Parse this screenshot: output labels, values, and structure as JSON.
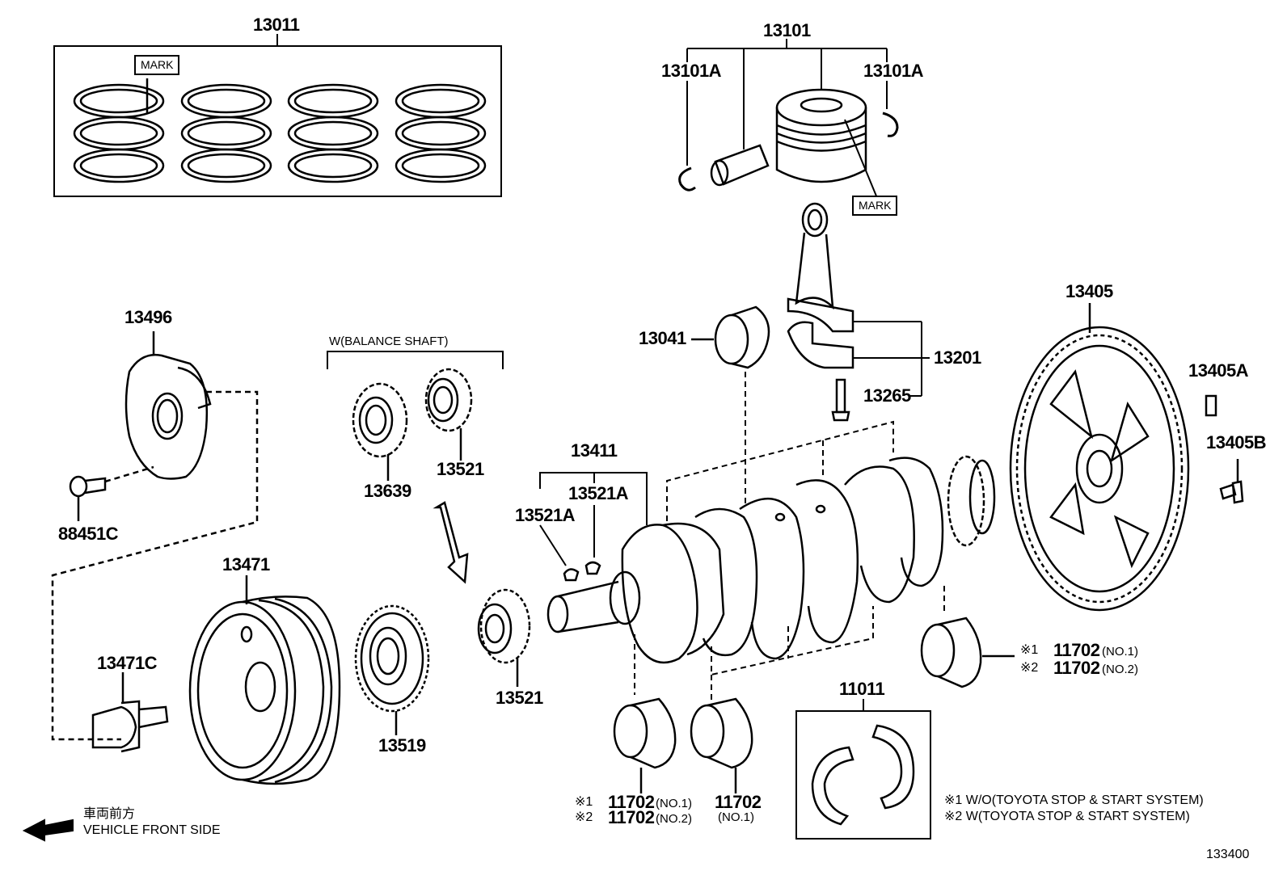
{
  "diagram_id": "133400",
  "labels": {
    "piston_ring_set": "13011",
    "ring_mark": "MARK",
    "piston_sub_assy": "13101",
    "snap_ring_left": "13101A",
    "snap_ring_right": "13101A",
    "piston_mark": "MARK",
    "conrod_bearing": "13041",
    "connecting_rod": "13201",
    "conrod_bolt": "13265",
    "flywheel": "13405",
    "flywheel_pin": "13405A",
    "flywheel_bolt": "13405B",
    "plate": "13496",
    "plate_bolt": "88451C",
    "balance_shaft_header": "W(BALANCE SHAFT)",
    "balance_gear": "13639",
    "crank_gear_top": "13521",
    "crank_key_group": "13411",
    "crank_key_left": "13521A",
    "crank_key_right": "13521A",
    "crank_pulley": "13471",
    "pulley_bolt": "13471C",
    "oil_pump_gear": "13519",
    "crank_gear_bottom": "13521",
    "thrust_washer_set": "11011",
    "main_bearing_right_1": "11702",
    "main_bearing_right_1_tag": "(NO.1)",
    "main_bearing_right_2": "11702",
    "main_bearing_right_2_tag": "(NO.2)",
    "main_bearing_left_1": "11702",
    "main_bearing_left_1_tag": "(NO.1)",
    "main_bearing_left_2": "11702",
    "main_bearing_left_2_tag": "(NO.2)",
    "main_bearing_mid": "11702",
    "main_bearing_mid_tag": "(NO.1)",
    "ref1": "※1",
    "ref2": "※2"
  },
  "notes": {
    "note1": "※1  W/O(TOYOTA STOP & START SYSTEM)",
    "note2": "※2  W(TOYOTA STOP & START SYSTEM)"
  },
  "direction": {
    "jp": "車両前方",
    "en": "VEHICLE FRONT SIDE"
  }
}
